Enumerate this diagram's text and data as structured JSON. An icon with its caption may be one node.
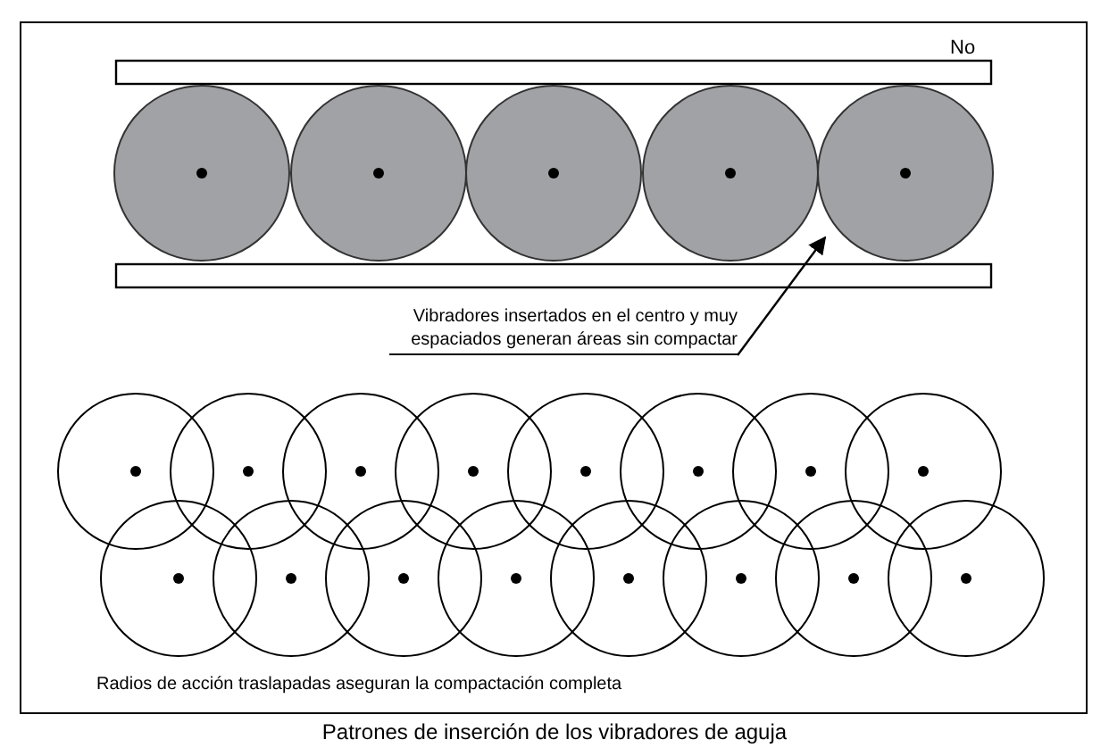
{
  "diagram": {
    "caption": "Patrones de inserción de los vibradores de aguja",
    "nodes": [
      {
        "text": [],
        "shape": "picture"
      },
      {
        "text": [
          "Vibradores insertados en el centro y muy espaciados generan áreas sin compactar"
        ]
      }
    ],
    "edges": [
      {
        "from": 1,
        "to": 0,
        "arrow": "to"
      }
    ],
    "labels": [
      "No",
      "Radios de acción traslapadas aseguran la compactación completa"
    ]
  }
}
